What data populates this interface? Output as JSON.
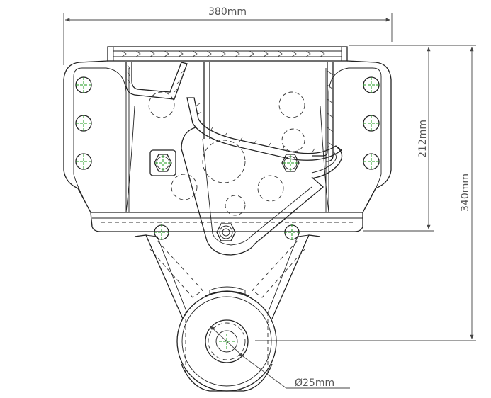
{
  "dimensions": {
    "width_label": "380mm",
    "height_upper_label": "212mm",
    "height_total_label": "340mm",
    "diameter_label": "Ø25mm"
  },
  "colors": {
    "line": "#222222",
    "dimension_text": "#555555",
    "center_marks": "#1a9a1a",
    "background": "#ffffff"
  }
}
